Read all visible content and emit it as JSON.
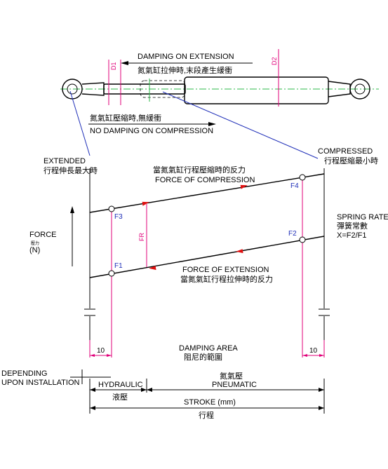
{
  "labels": {
    "damping_on_extension": "DAMPING ON EXTENSION",
    "damping_on_extension_cn": "氮氣缸拉伸時,末段產生緩衝",
    "no_damping_on_compression_cn": "氮氣缸壓縮時,無緩衝",
    "no_damping_on_compression": "NO DAMPING ON COMPRESSION",
    "d1": "D1",
    "d2": "D2",
    "extended": "EXTENDED",
    "extended_cn": "行程伸長最大時",
    "compressed": "COMPRESSED",
    "compressed_cn": "行程壓縮最小時",
    "force_of_compression_cn": "當氮氣缸行程壓縮時的反力",
    "force_of_compression": "FORCE OF COMPRESSION",
    "force_of_extension": "FORCE OF EXTENSION",
    "force_of_extension_cn": "當氮氣缸行程拉伸時的反力",
    "force": "FORCE",
    "force_cn": "壓力",
    "force_unit": "(N)",
    "spring_rate": "SPRING RATE",
    "spring_rate_cn": "彈簧常數",
    "spring_rate_formula": "X=F2/F1",
    "f1": "F1",
    "f2": "F2",
    "f3": "F3",
    "f4": "F4",
    "fr": "FR",
    "dim_left": "10",
    "dim_right": "10",
    "damping_area": "DAMPING AREA",
    "damping_area_cn": "阻尼的範圍",
    "depending_line1": "DEPENDING",
    "depending_line2": "UPON INSTALLATION",
    "hydraulic": "HYDRAULIC",
    "hydraulic_cn": "液壓",
    "pneumatic_cn": "氮氣壓",
    "pneumatic": "PNEUMATIC",
    "stroke": "STROKE (mm)",
    "stroke_cn": "行程"
  },
  "colors": {
    "annotation_blue": "#1f2fb8",
    "dimension_magenta": "#e0007a",
    "centerline_green": "#2db84a",
    "direction_red": "#e01010"
  }
}
